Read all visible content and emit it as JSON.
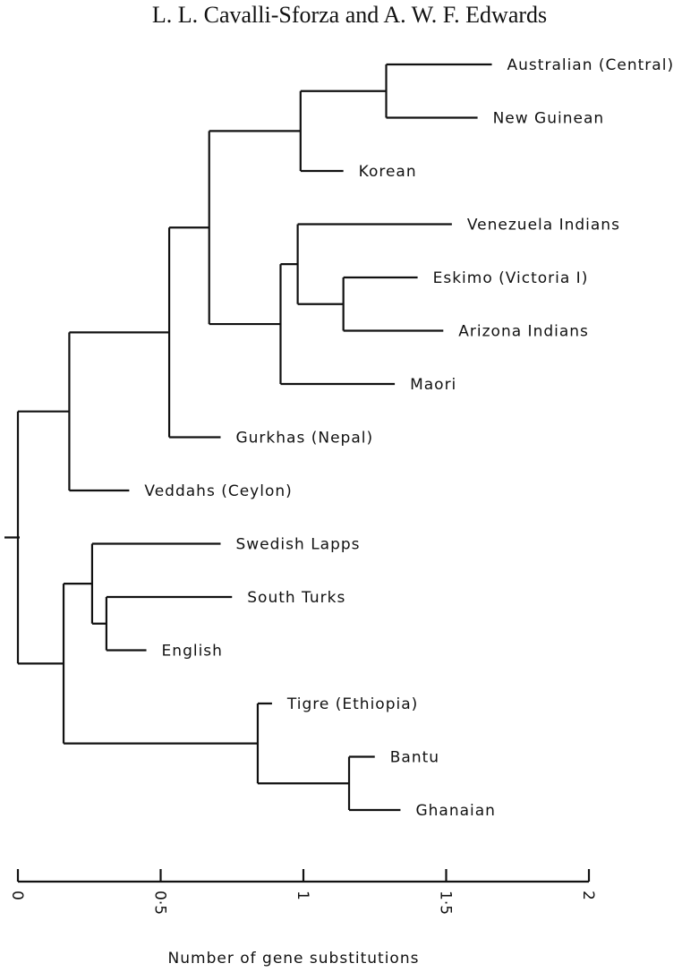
{
  "header": {
    "running_head": "L. L. Cavalli-Sforza and A. W. F. Edwards"
  },
  "chart_data": {
    "type": "dendrogram",
    "xlabel": "Number of gene substitutions",
    "xlim": [
      0,
      2
    ],
    "ticks": [
      {
        "value": 0,
        "label": "0"
      },
      {
        "value": 0.5,
        "label": "0·5"
      },
      {
        "value": 1,
        "label": "1"
      },
      {
        "value": 1.5,
        "label": "1·5"
      },
      {
        "value": 2,
        "label": "2"
      }
    ],
    "tree": {
      "h": 0.0,
      "children": [
        {
          "h": 0.18,
          "children": [
            {
              "h": 0.53,
              "children": [
                {
                  "h": 0.67,
                  "children": [
                    {
                      "h": 0.99,
                      "children": [
                        {
                          "h": 1.29,
                          "children": [
                            {
                              "h": 1.66,
                              "label": "Australian (Central)"
                            },
                            {
                              "h": 1.61,
                              "label": "New Guinean"
                            }
                          ]
                        },
                        {
                          "h": 1.14,
                          "label": "Korean"
                        }
                      ]
                    },
                    {
                      "h": 0.92,
                      "children": [
                        {
                          "h": 0.98,
                          "children": [
                            {
                              "h": 1.52,
                              "label": "Venezuela Indians"
                            },
                            {
                              "h": 1.14,
                              "children": [
                                {
                                  "h": 1.4,
                                  "label": "Eskimo (Victoria I)"
                                },
                                {
                                  "h": 1.49,
                                  "label": "Arizona Indians"
                                }
                              ]
                            }
                          ]
                        },
                        {
                          "h": 1.32,
                          "label": "Maori"
                        }
                      ]
                    }
                  ]
                },
                {
                  "h": 0.71,
                  "label": "Gurkhas (Nepal)"
                }
              ]
            },
            {
              "h": 0.39,
              "label": "Veddahs (Ceylon)"
            }
          ]
        },
        {
          "h": 0.16,
          "children": [
            {
              "h": 0.26,
              "children": [
                {
                  "h": 0.71,
                  "label": "Swedish Lapps"
                },
                {
                  "h": 0.31,
                  "children": [
                    {
                      "h": 0.75,
                      "label": "South Turks"
                    },
                    {
                      "h": 0.45,
                      "label": "English"
                    }
                  ]
                }
              ]
            },
            {
              "h": 0.84,
              "children": [
                {
                  "h": 0.89,
                  "label": "Tigre (Ethiopia)"
                },
                {
                  "h": 1.16,
                  "children": [
                    {
                      "h": 1.25,
                      "label": "Bantu"
                    },
                    {
                      "h": 1.34,
                      "label": "Ghanaian"
                    }
                  ]
                }
              ]
            }
          ]
        }
      ]
    }
  }
}
